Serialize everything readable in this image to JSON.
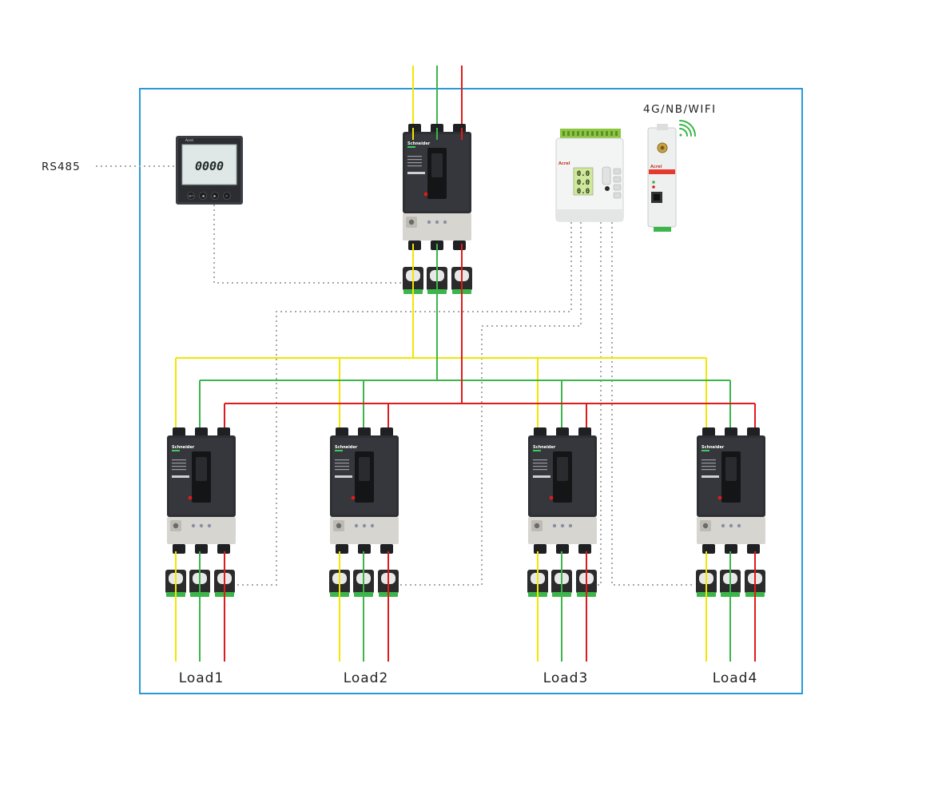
{
  "labels": {
    "rs485": "RS485",
    "wireless": "4G/NB/WIFI",
    "loads": [
      "Load1",
      "Load2",
      "Load3",
      "Load4"
    ]
  },
  "devices": {
    "panel_meter": {
      "display": "0000",
      "brand": "Acrel",
      "buttons": [
        "SET",
        "◀",
        "▶",
        "↵"
      ]
    },
    "main_breaker": {
      "brand": "Schneider"
    },
    "branch_breakers": {
      "brand": "Schneider",
      "count": 4
    },
    "din_meter": {
      "brand": "Acrel",
      "display": [
        "0.0",
        "0.0",
        "0.0"
      ]
    },
    "gateway": {
      "brand": "Acrel"
    }
  },
  "colors": {
    "frame": "#2a9ad6",
    "phase_a": "#f2e600",
    "phase_b": "#3cb54a",
    "phase_c": "#e01b1b",
    "comm_line": "#a8a8a8",
    "breaker_body": "#2d2f33",
    "ct_body": "#2b2b2b",
    "wifi": "#3cb54a"
  },
  "icons": [
    "wifi-icon"
  ]
}
